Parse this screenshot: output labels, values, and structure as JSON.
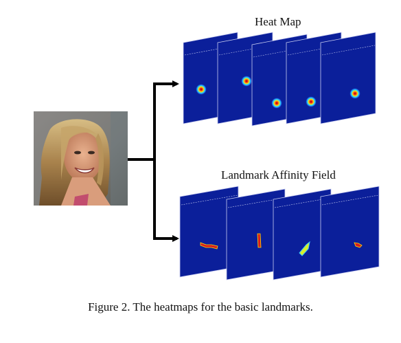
{
  "figure": {
    "heat_map_title": "Heat Map",
    "landmark_affinity_title": "Landmark Affinity Field",
    "caption": "Figure 2. The heatmaps for the basic landmarks."
  },
  "colors": {
    "panel_blue": "#0b1f9a",
    "panel_edge": "#0a1a80",
    "arrow": "#000000",
    "heat_red": "#c81818",
    "heat_yellow": "#ffe100",
    "heat_cyan": "#25c7ff"
  }
}
